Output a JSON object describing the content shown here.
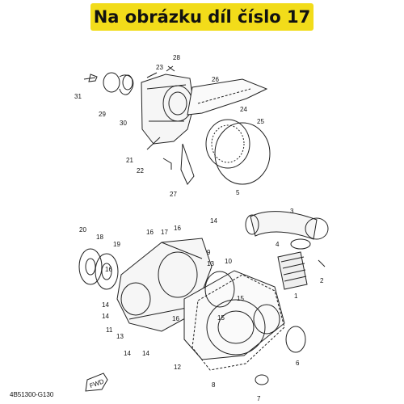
{
  "banner": {
    "text": "Na obrázku díl číslo 17"
  },
  "diagram_code": "4B51300-G130",
  "fwd_label": "FWD",
  "callouts": [
    "28",
    "23",
    "31",
    "29",
    "30",
    "26",
    "24",
    "25",
    "21",
    "22",
    "27",
    "3",
    "5",
    "4",
    "2",
    "1",
    "20",
    "18",
    "19",
    "16",
    "17",
    "16",
    "14",
    "16",
    "9",
    "13",
    "10",
    "14",
    "14",
    "11",
    "13",
    "14",
    "14",
    "16",
    "15",
    "15",
    "12",
    "8",
    "6",
    "7"
  ]
}
